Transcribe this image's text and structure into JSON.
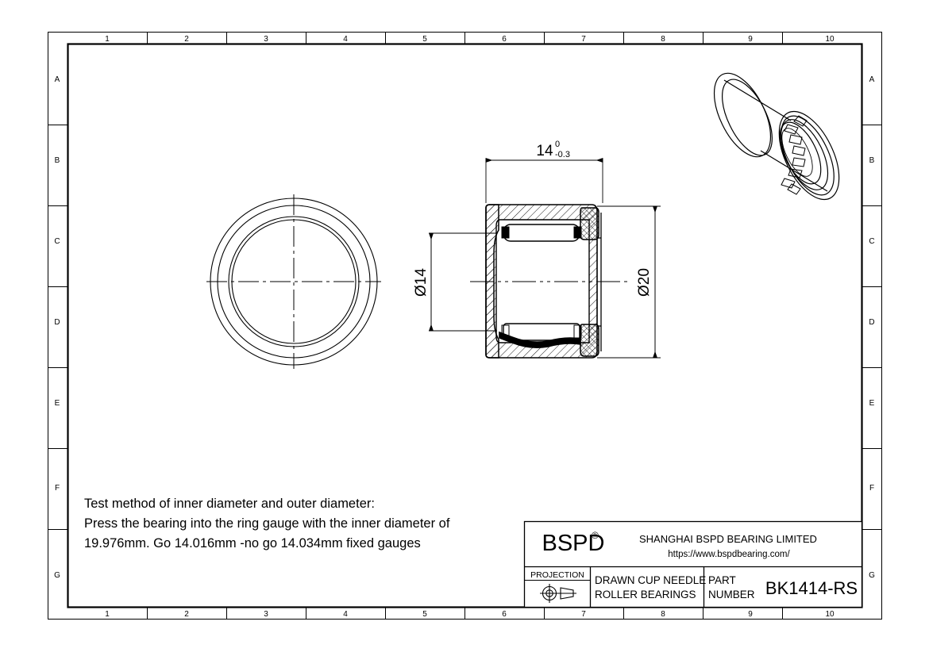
{
  "sheet": {
    "format": "engineering-drawing",
    "background": "#ffffff",
    "line_color": "#000000"
  },
  "grid": {
    "columns": [
      "1",
      "2",
      "3",
      "4",
      "5",
      "6",
      "7",
      "8",
      "9",
      "10"
    ],
    "rows": [
      "A",
      "B",
      "C",
      "D",
      "E",
      "F",
      "G"
    ]
  },
  "views": {
    "front_view": {
      "name": "front-circular-view",
      "circles": [
        4
      ]
    },
    "section_view": {
      "name": "cross-section-view"
    },
    "iso_view": {
      "name": "isometric-3d-view"
    }
  },
  "dimensions": {
    "width": {
      "value": "14",
      "tol_upper": "0",
      "tol_lower": "-0.3"
    },
    "bore": {
      "value": "Ø14"
    },
    "outer": {
      "value": "Ø20"
    }
  },
  "notes": {
    "line1": "Test method of inner diameter and outer diameter:",
    "line2": "Press the bearing into the ring gauge with the inner diameter of",
    "line3": "19.976mm.   Go 14.016mm -no go 14.034mm fixed gauges"
  },
  "title_block": {
    "brand": "BSPD",
    "brand_mark": "®",
    "company": "SHANGHAI BSPD BEARING LIMITED",
    "website": "https://www.bspdbearing.com/",
    "projection_label": "PROJECTION",
    "projection_symbol": "first-angle-projection-symbol",
    "description_line1": "DRAWN CUP NEEDLE",
    "description_line2": "ROLLER BEARINGS",
    "part_label_line1": "PART",
    "part_label_line2": "NUMBER",
    "part_number": "BK1414-RS"
  }
}
